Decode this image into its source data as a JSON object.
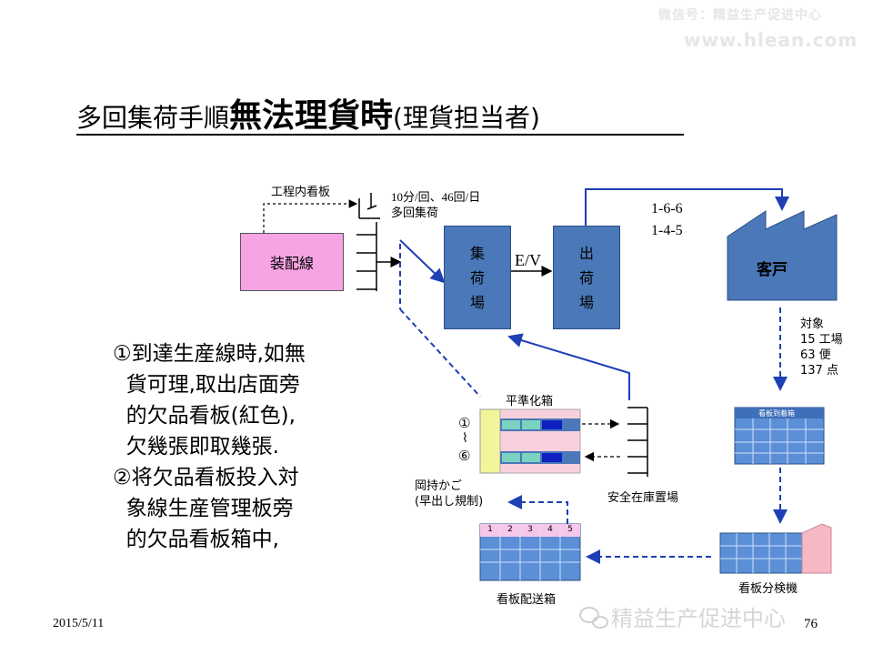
{
  "watermark": {
    "line1": "微信号：精益生产促进中心",
    "line2": "www.hlean.com",
    "bottom": "精益生产促进中心"
  },
  "title": {
    "part1": "多回集荷手順",
    "part2": "無法理貨時",
    "part3": "(理貨担当者)"
  },
  "diagram": {
    "kanban_label": "工程内看板",
    "frequency": "10分/回、46回/日\n多回集荷",
    "assembly_line": "装配線",
    "collection_area": "集\n荷\n場",
    "ev": "E/V",
    "shipping_area": "出\n荷\n場",
    "route_codes": "1-6-6\n1-4-5",
    "customer": "客戸",
    "target": "対象\n15 工場\n63 便\n137 点",
    "kanban_arrival_box": "看板到着箱",
    "leveling_box": "平準化箱",
    "range_top": "①",
    "range_sep": "⌇",
    "range_bottom": "⑥",
    "carrier_label": "岡持かご\n(早出し規制)",
    "safety_stock": "安全在庫置場",
    "delivery_box_cols": [
      "1",
      "2",
      "3",
      "4",
      "5"
    ],
    "delivery_box": "看板配送箱",
    "sorter": "看板分検機"
  },
  "notes": [
    "①到達生産線時,如無",
    "  貨可理,取出店面旁",
    "  的欠品看板(紅色),",
    "  欠幾張即取幾張.",
    "②将欠品看板投入対",
    "  象線生産管理板旁",
    "  的欠品看板箱中,"
  ],
  "footer": {
    "date": "2015/5/11",
    "page": "76"
  },
  "colors": {
    "blue": "#4a78b8",
    "pink": "#f7a4e4",
    "arrow_blue": "#1f3fb5",
    "grid_blue": "#5b8fd6",
    "sorter_pink": "#f5b8c4"
  }
}
